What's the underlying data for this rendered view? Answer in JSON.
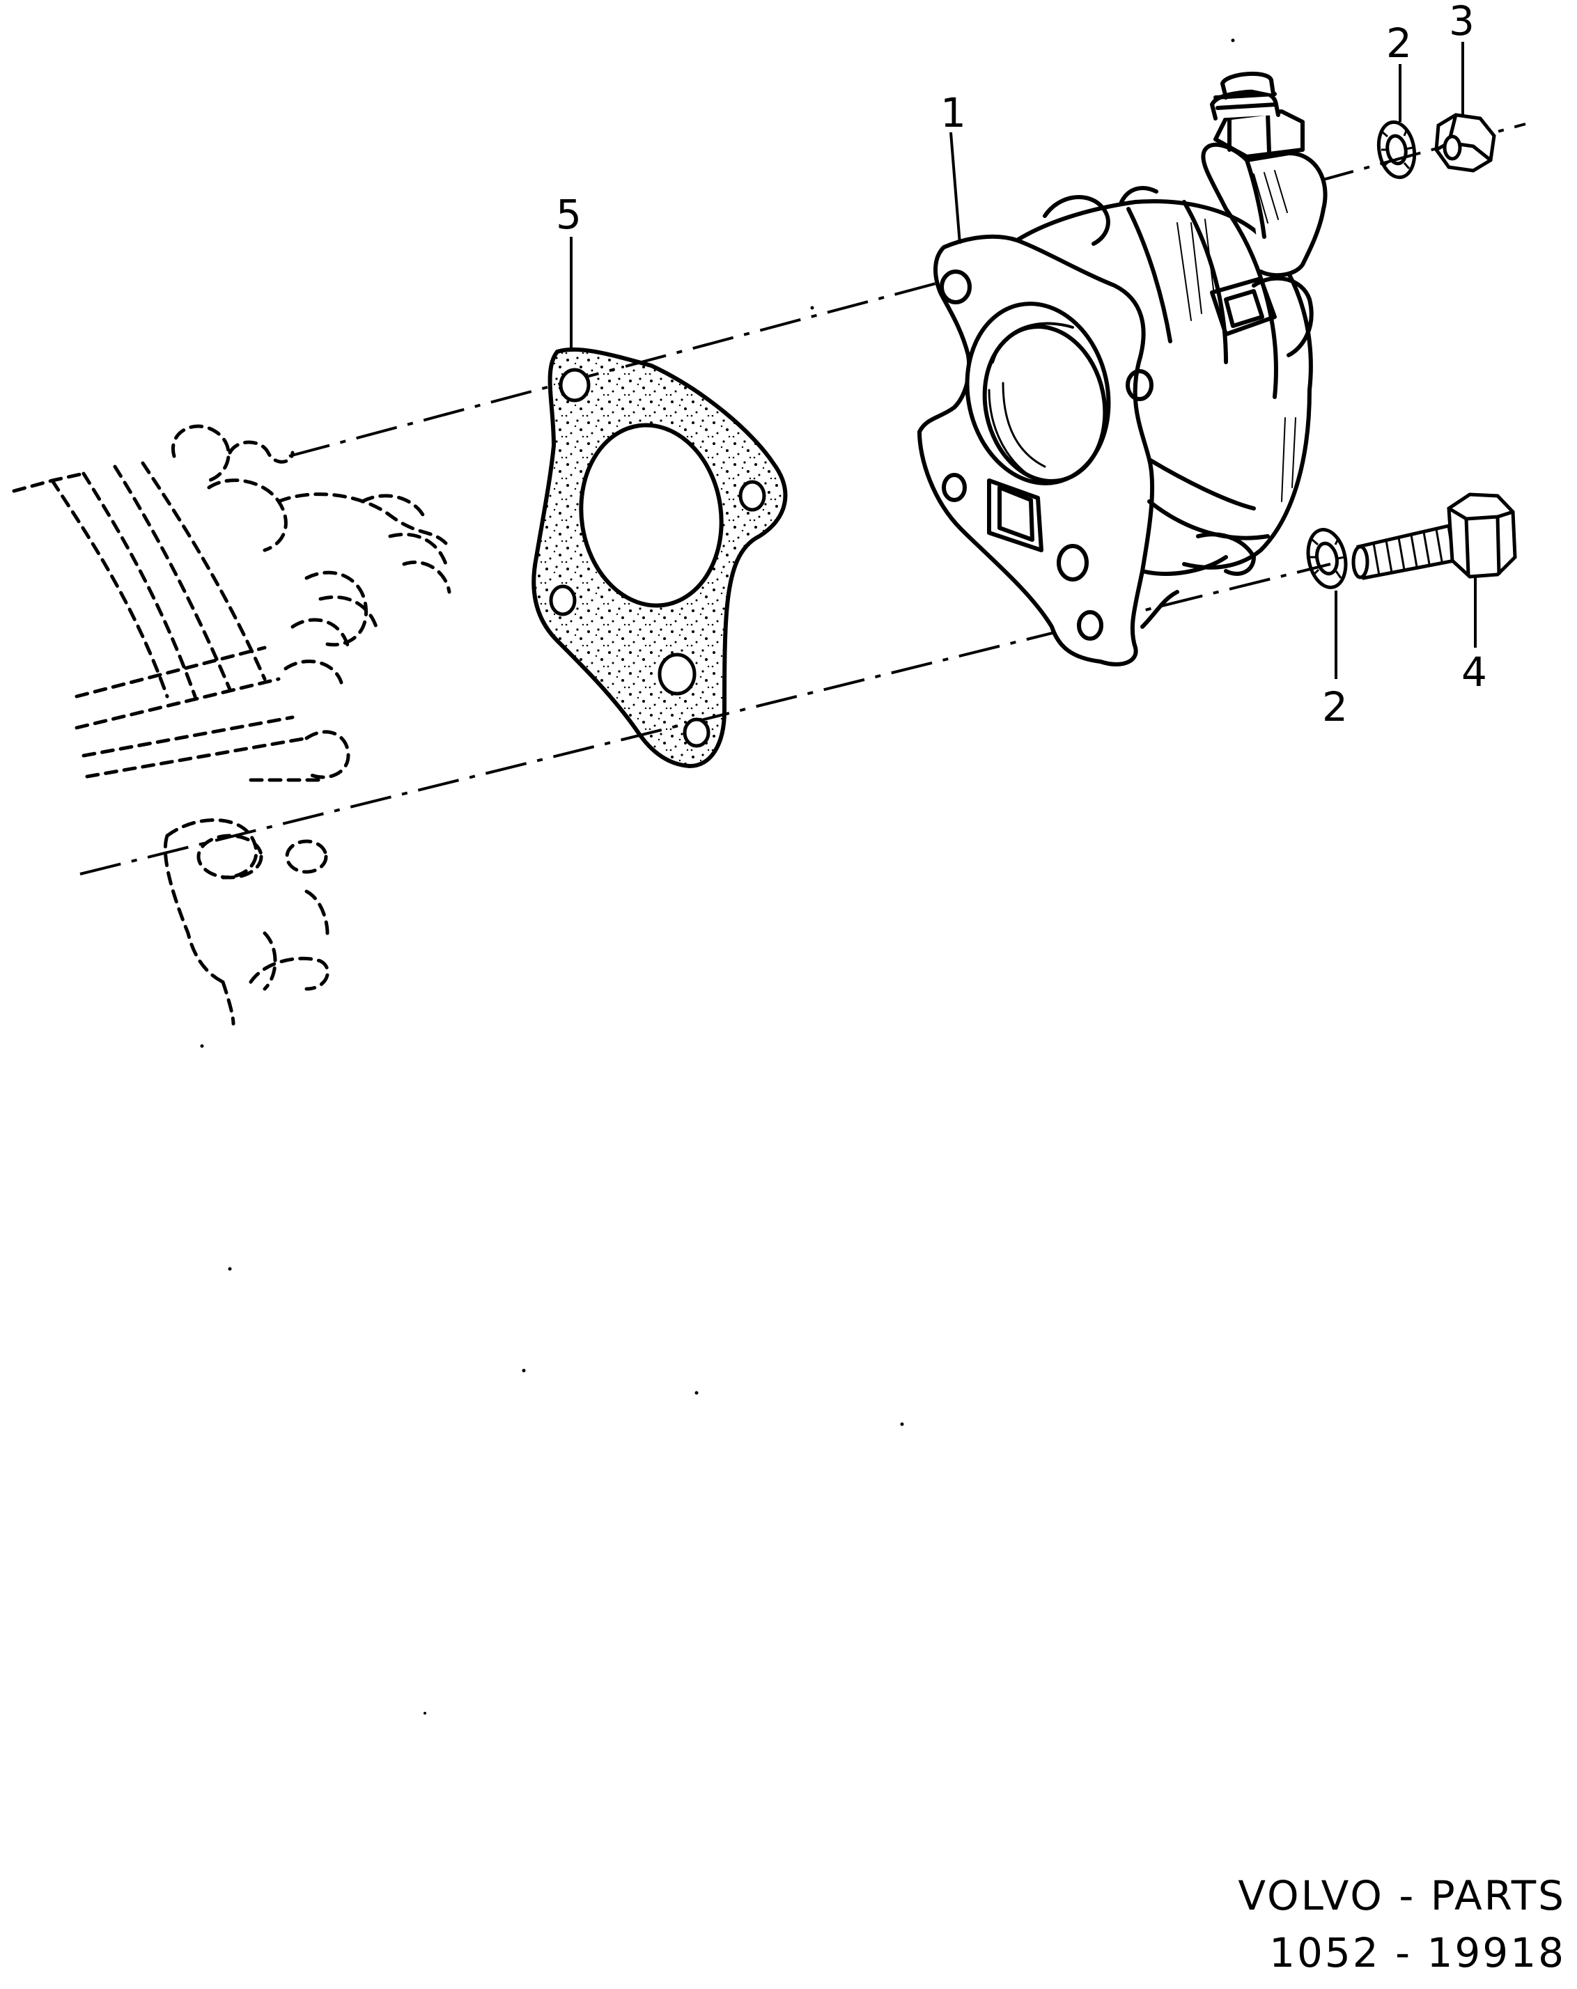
{
  "callouts": {
    "part_1": "1",
    "part_2_top": "2",
    "part_3": "3",
    "part_2_bottom": "2",
    "part_4": "4",
    "part_5": "5"
  },
  "footer": {
    "brand": "VOLVO - PARTS",
    "reference": "1052 - 19918"
  }
}
